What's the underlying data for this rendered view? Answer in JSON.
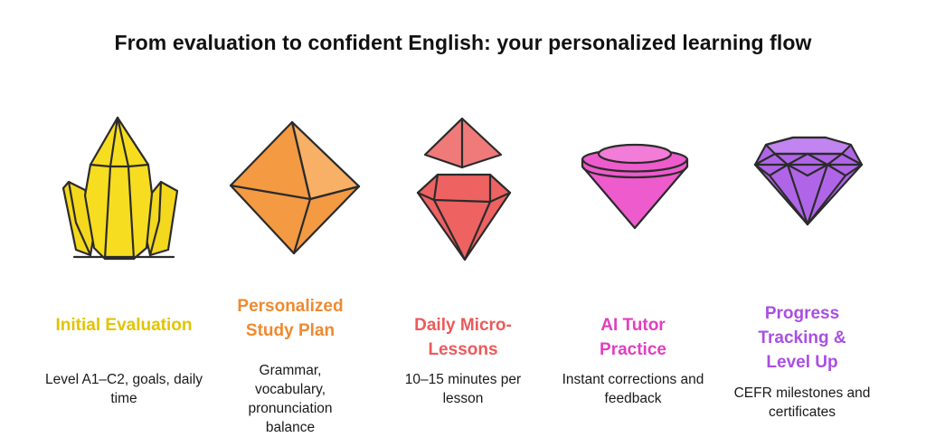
{
  "title": "From evaluation to confident English: your personalized learning flow",
  "colors": {
    "step1": "#E6C800",
    "step2": "#EE8A2F",
    "step3": "#EC5A5A",
    "step4": "#E040BF",
    "step5": "#A94FE4"
  },
  "steps": [
    {
      "icon": "yellow-crystal-cluster-icon",
      "title": "Initial Evaluation",
      "description": "Level A1–C2, goals, daily time"
    },
    {
      "icon": "orange-octahedron-gem-icon",
      "title": "Personalized Study Plan",
      "description": "Grammar, vocabulary, pronunciation balance"
    },
    {
      "icon": "red-split-gem-icon",
      "title": "Daily Micro-Lessons",
      "description": "10–15 minutes per lesson"
    },
    {
      "icon": "pink-cone-gem-icon",
      "title": "AI Tutor Practice",
      "description": "Instant corrections and feedback"
    },
    {
      "icon": "purple-faceted-diamond-icon",
      "title": "Progress Tracking & Level Up",
      "description": "CEFR milestones and certificates"
    }
  ]
}
